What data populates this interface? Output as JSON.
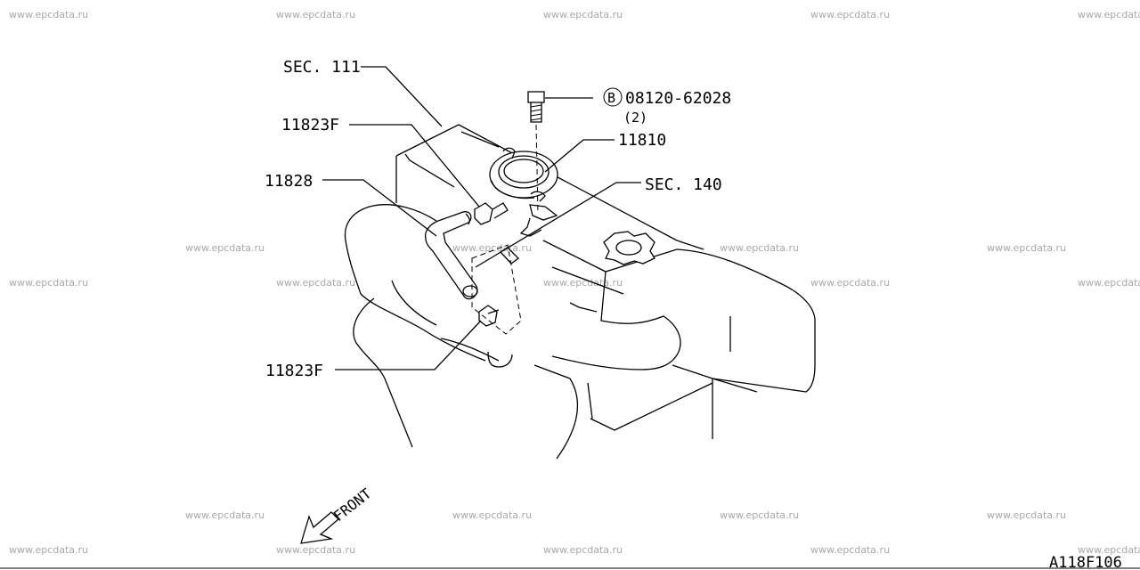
{
  "watermark": "www.epcdata.ru",
  "labels": {
    "sec111": "SEC. 111",
    "part_11823f_top": "11823F",
    "part_11828": "11828",
    "part_11823f_bottom": "11823F",
    "bolt_code_symbol": "B",
    "bolt_code": "08120-62028",
    "bolt_qty": "(2)",
    "part_11810": "11810",
    "sec140": "SEC. 140",
    "front": "FRONT",
    "diagram_id": "A118F106"
  }
}
